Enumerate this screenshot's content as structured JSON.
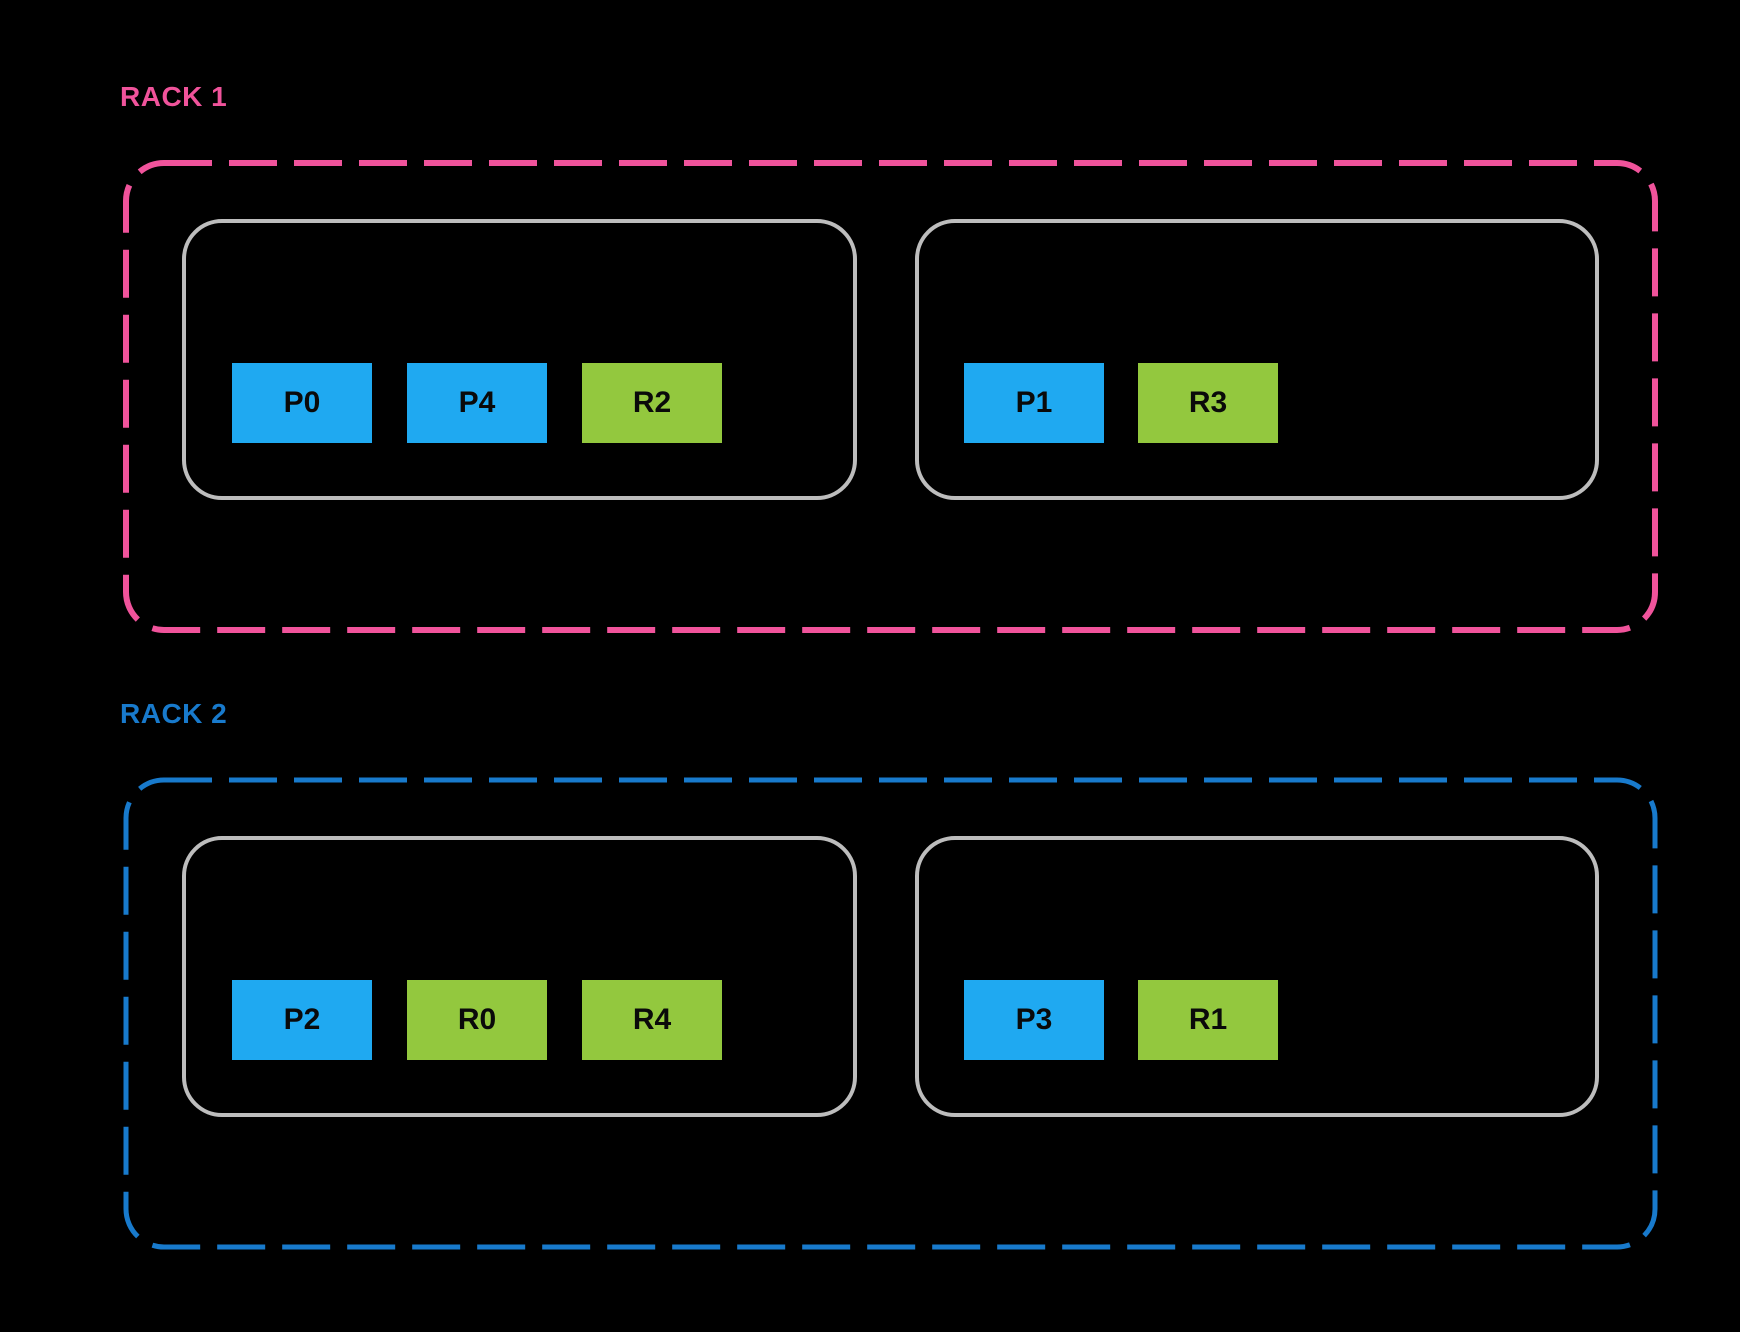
{
  "colors": {
    "background": "#000000",
    "rack1_accent": "#f0539b",
    "rack2_accent": "#187acc",
    "node_border": "#bdbdbd",
    "primary_chip": "#1fa9f1",
    "replica_chip": "#93c83e",
    "chip_text": "#0a0a0a"
  },
  "racks": [
    {
      "label": "RACK 1",
      "nodes": [
        {
          "slots": [
            {
              "label": "P0",
              "type": "primary"
            },
            {
              "label": "P4",
              "type": "primary"
            },
            {
              "label": "R2",
              "type": "replica"
            }
          ]
        },
        {
          "slots": [
            {
              "label": "P1",
              "type": "primary"
            },
            {
              "label": "R3",
              "type": "replica"
            }
          ]
        }
      ]
    },
    {
      "label": "RACK 2",
      "nodes": [
        {
          "slots": [
            {
              "label": "P2",
              "type": "primary"
            },
            {
              "label": "R0",
              "type": "replica"
            },
            {
              "label": "R4",
              "type": "replica"
            }
          ]
        },
        {
          "slots": [
            {
              "label": "P3",
              "type": "primary"
            },
            {
              "label": "R1",
              "type": "replica"
            }
          ]
        }
      ]
    }
  ]
}
